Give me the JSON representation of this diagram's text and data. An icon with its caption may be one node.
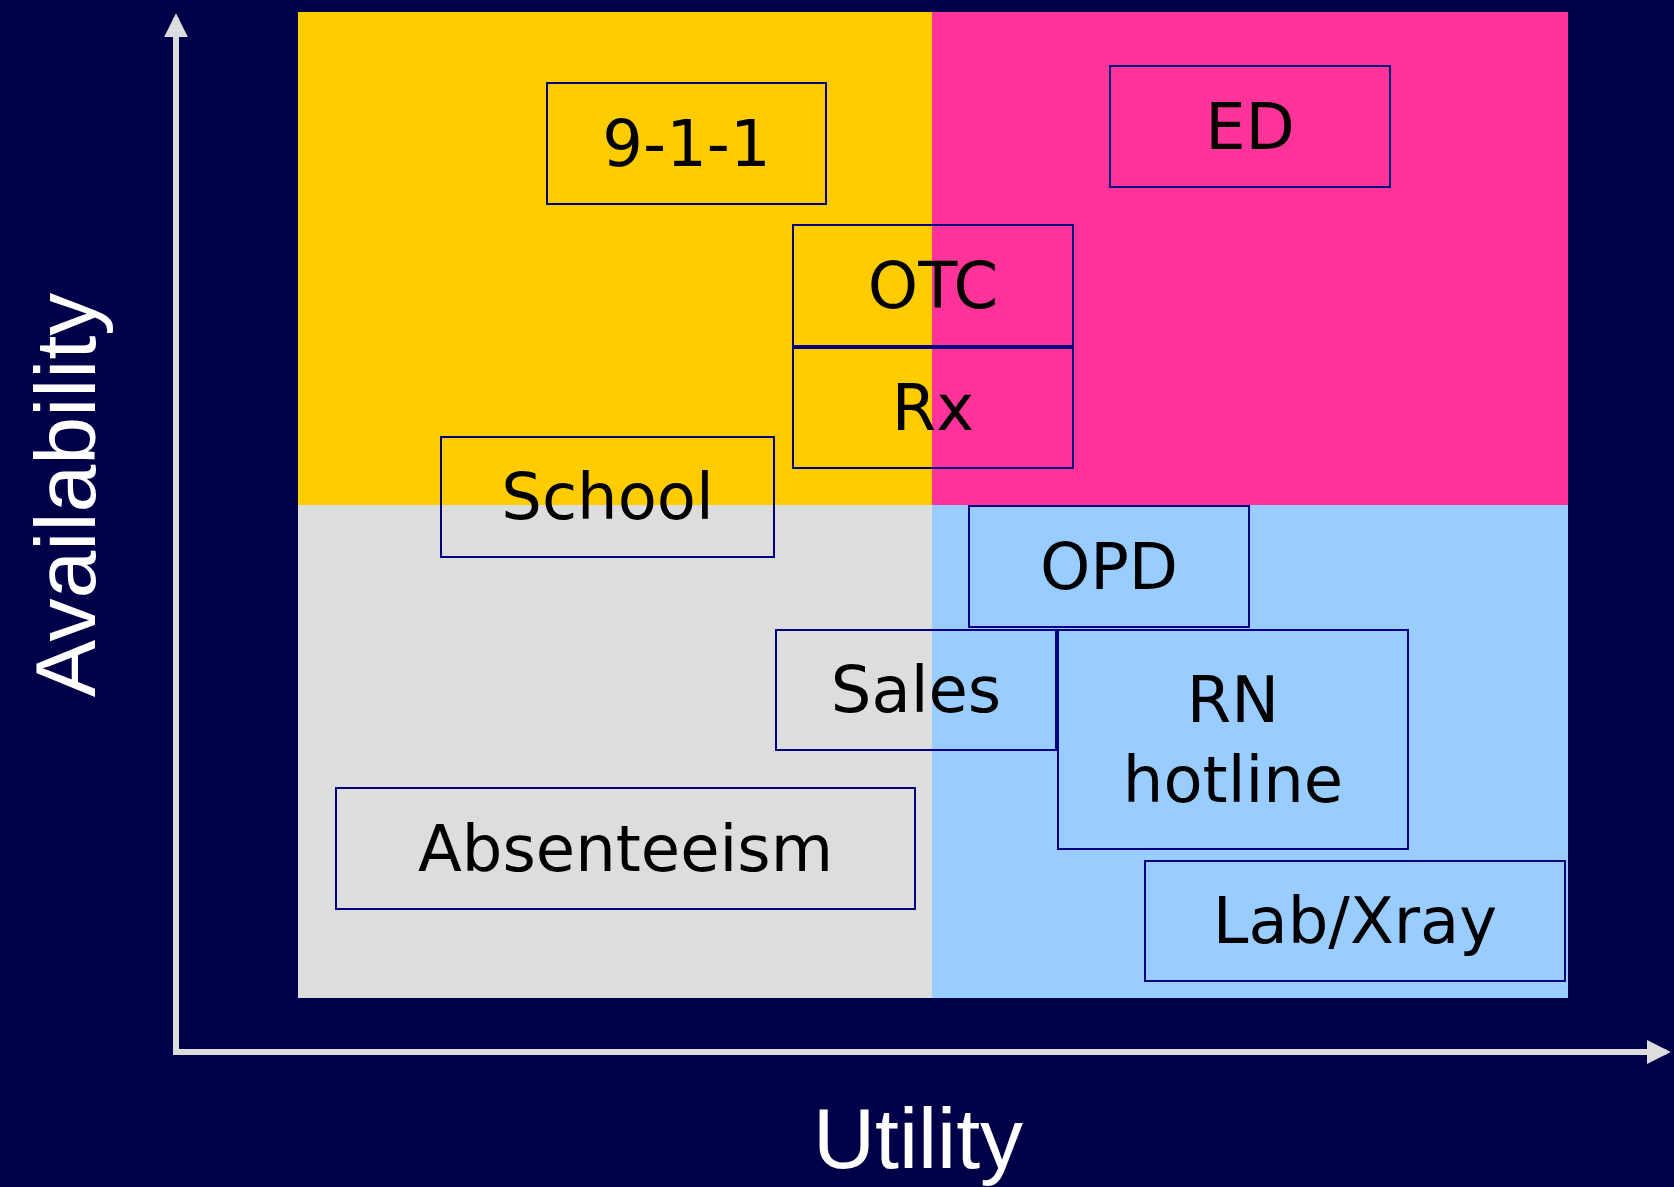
{
  "diagram": {
    "nodes": [
      {
        "text": [
          "9-1-1"
        ]
      },
      {
        "text": [
          "ED"
        ]
      },
      {
        "text": [
          "OTC"
        ]
      },
      {
        "text": [
          "Rx"
        ]
      },
      {
        "text": [
          "School"
        ]
      },
      {
        "text": [
          "OPD"
        ]
      },
      {
        "text": [
          "Sales"
        ]
      },
      {
        "text": [
          "RN hotline"
        ]
      },
      {
        "text": [
          "Absenteeism"
        ]
      },
      {
        "text": [
          "Lab/Xray"
        ]
      }
    ],
    "edges": [],
    "labels": [
      "Availability",
      "Utility"
    ]
  }
}
